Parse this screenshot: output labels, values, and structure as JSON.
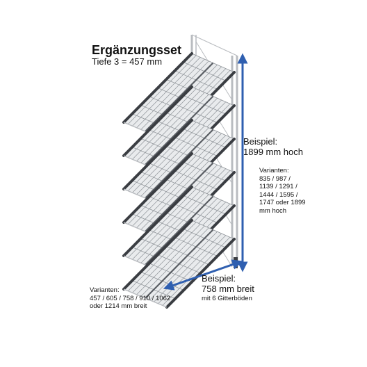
{
  "title": "Ergänzungsset",
  "subtitle": "Tiefe 3 = 457 mm",
  "height": {
    "label_1": "Beispiel:",
    "label_2": "1899 mm hoch",
    "variants": [
      "Varianten:",
      "835 / 987 /",
      "1139 / 1291 /",
      "1444 / 1595 /",
      "1747 oder 1899",
      "mm hoch"
    ]
  },
  "width": {
    "label_1": "Beispiel:",
    "label_2": "758 mm breit",
    "note": "mit 6 Gitterböden",
    "variants": [
      "Varianten:",
      "457 / 605 / 758 / 910 / 1062",
      "oder 1214 mm breit"
    ]
  },
  "colors": {
    "dimension_arrow": "#2f5fb0",
    "frame": "#b9bcc0",
    "beam": "#3a3d42",
    "wire": "#8e9398"
  }
}
